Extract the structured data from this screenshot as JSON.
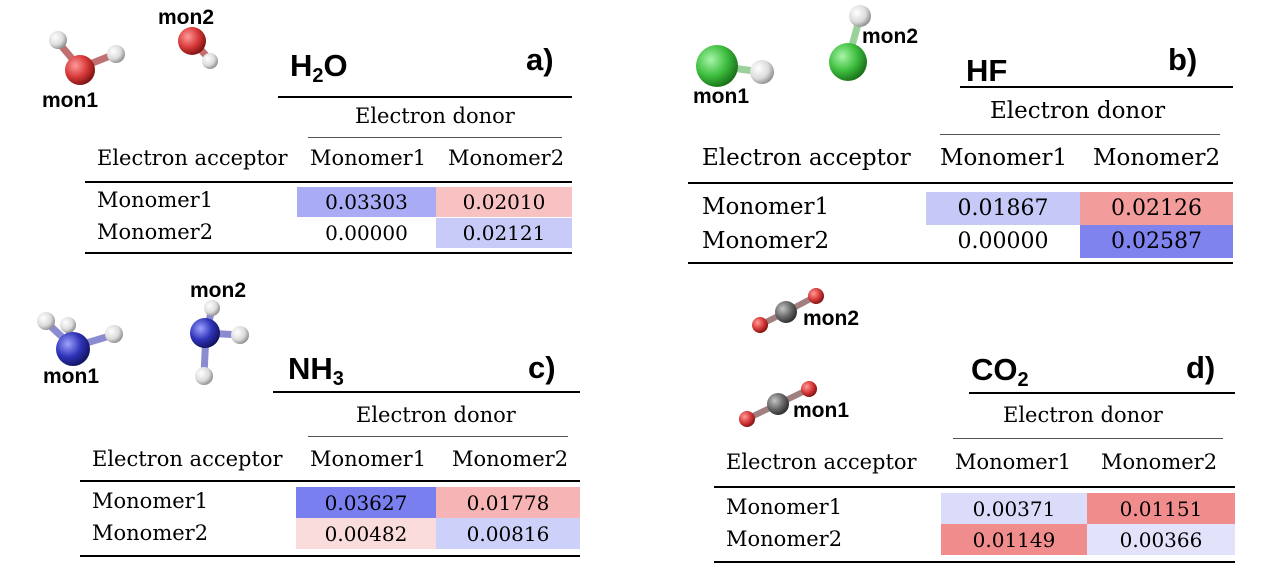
{
  "panels": {
    "a": {
      "molecule": "H2O",
      "letter": "a)",
      "mon1": "mon1",
      "mon2": "mon2",
      "title_main": "H",
      "title_sub": "2",
      "title_end": "O",
      "donor_header": "Electron donor",
      "acceptor_header": "Electron acceptor",
      "col1": "Monomer1",
      "col2": "Monomer2",
      "row1": "Monomer1",
      "row2": "Monomer2",
      "v11": "0.03303",
      "v12": "0.02010",
      "v21": "0.00000",
      "v22": "0.02121"
    },
    "b": {
      "molecule": "HF",
      "letter": "b)",
      "mon1": "mon1",
      "mon2": "mon2",
      "title_main": "HF",
      "donor_header": "Electron donor",
      "acceptor_header": "Electron acceptor",
      "col1": "Monomer1",
      "col2": "Monomer2",
      "row1": "Monomer1",
      "row2": "Monomer2",
      "v11": "0.01867",
      "v12": "0.02126",
      "v21": "0.00000",
      "v22": "0.02587"
    },
    "c": {
      "molecule": "NH3",
      "letter": "c)",
      "mon1": "mon1",
      "mon2": "mon2",
      "title_main": "NH",
      "title_sub": "3",
      "donor_header": "Electron donor",
      "acceptor_header": "Electron acceptor",
      "col1": "Monomer1",
      "col2": "Monomer2",
      "row1": "Monomer1",
      "row2": "Monomer2",
      "v11": "0.03627",
      "v12": "0.01778",
      "v21": "0.00482",
      "v22": "0.00816"
    },
    "d": {
      "molecule": "CO2",
      "letter": "d)",
      "mon1": "mon1",
      "mon2": "mon2",
      "title_main": "CO",
      "title_sub": "2",
      "donor_header": "Electron donor",
      "acceptor_header": "Electron acceptor",
      "col1": "Monomer1",
      "col2": "Monomer2",
      "row1": "Monomer1",
      "row2": "Monomer2",
      "v11": "0.00371",
      "v12": "0.01151",
      "v21": "0.01149",
      "v22": "0.00366"
    }
  },
  "colors": {
    "oxygen": "#d93a3a",
    "hydrogen": "#e8e8e8",
    "fluorine": "#3fbf3f",
    "nitrogen": "#2f34b8",
    "carbon": "#6a6a6a",
    "cell_blue_light": "#d8dafa",
    "cell_blue_mid": "#a9abf5",
    "cell_blue_strong": "#7a7ff0",
    "cell_red_light": "#fbdcdc",
    "cell_red_mid": "#f6b4b4",
    "cell_red_strong": "#f08c8c"
  }
}
